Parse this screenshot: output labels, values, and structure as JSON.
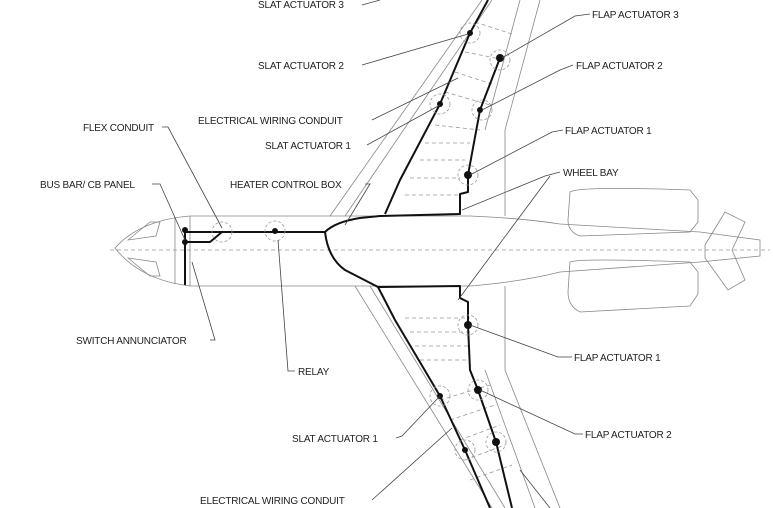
{
  "diagram": {
    "labels": {
      "slat_actuator_3": "SLAT ACTUATOR 3",
      "flap_actuator_3": "FLAP ACTUATOR 3",
      "slat_actuator_2": "SLAT ACTUATOR 2",
      "flap_actuator_2_upper": "FLAP ACTUATOR 2",
      "electrical_wiring_conduit_upper": "ELECTRICAL WIRING CONDUIT",
      "slat_actuator_1_upper": "SLAT ACTUATOR 1",
      "flap_actuator_1_upper": "FLAP ACTUATOR 1",
      "flex_conduit": "FLEX CONDUIT",
      "wheel_bay": "WHEEL BAY",
      "bus_bar_cb_panel": "BUS BAR/ CB PANEL",
      "heater_control_box": "HEATER CONTROL BOX",
      "switch_annunciator": "SWITCH ANNUNCIATOR",
      "relay": "RELAY",
      "flap_actuator_1_lower": "FLAP ACTUATOR 1",
      "slat_actuator_1_lower": "SLAT ACTUATOR 1",
      "flap_actuator_2_lower": "FLAP ACTUATOR 2",
      "electrical_wiring_conduit_lower": "ELECTRICAL WIRING CONDUIT"
    }
  }
}
